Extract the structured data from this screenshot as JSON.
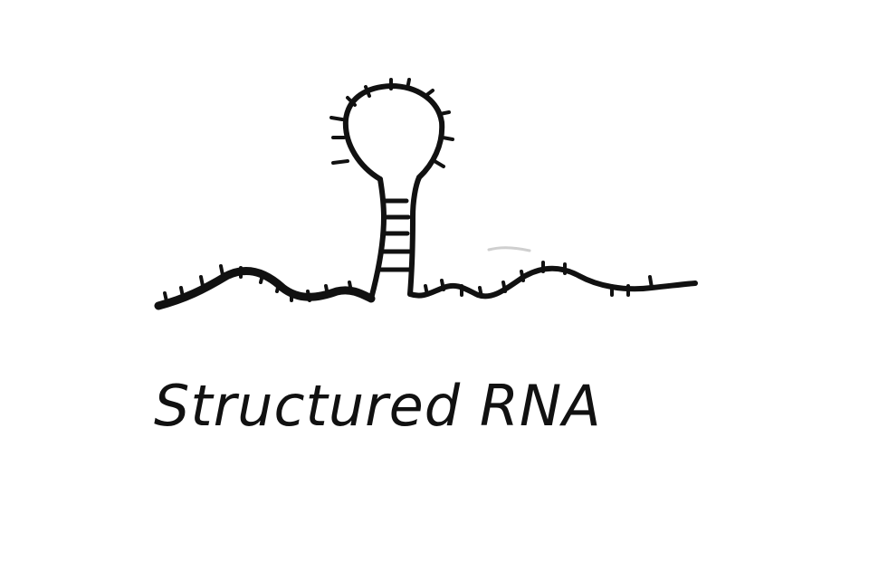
{
  "diagram": {
    "label": "Structured RNA",
    "subject": "rna-hairpin-stem-loop",
    "ink_color": "#111111",
    "background_color": "#ffffff",
    "stem_rungs": 5
  }
}
